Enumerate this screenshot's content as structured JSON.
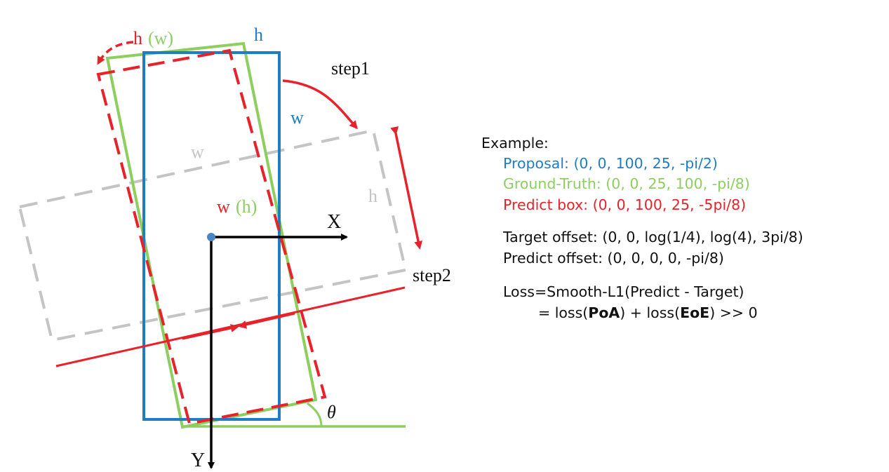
{
  "diagram": {
    "labels": {
      "h_red": "h",
      "w_green_top": "(w)",
      "h_blue": "h",
      "w_blue": "w",
      "step1": "step1",
      "step2": "step2",
      "w_gray": "w",
      "h_gray": "h",
      "w_red_mid": "w",
      "h_green_mid": "(h)",
      "axis_x": "X",
      "axis_y": "Y",
      "theta": "θ"
    },
    "colors": {
      "proposal": "#1f7dc4",
      "ground_truth": "#8ccf5f",
      "predict": "#e8222a",
      "gray_box": "#c4c4c4",
      "axes": "#000000"
    }
  },
  "example": {
    "heading": "Example:",
    "proposal": "Proposal: (0, 0, 100, 25, -pi/2)",
    "ground_truth": "Ground-Truth: (0, 0, 25, 100, -pi/8)",
    "predict_box": "Predict box: (0, 0, 100, 25, -5pi/8)",
    "target_offset": "Target offset: (0, 0, log(1/4), log(4), 3pi/8)",
    "predict_offset": "Predict offset: (0, 0, 0, 0, -pi/8)",
    "loss_line1": "Loss=Smooth-L1(Predict - Target)",
    "loss_line2_a": "= loss(",
    "loss_line2_poa": "PoA",
    "loss_line2_b": ") + loss(",
    "loss_line2_eoe": "EoE",
    "loss_line2_c": ") >> 0"
  }
}
